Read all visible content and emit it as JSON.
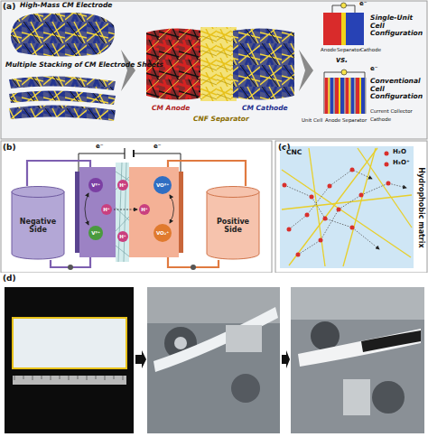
{
  "diagram": {
    "nodes": [
      {
        "text": [
          "Negative Side"
        ]
      },
      {
        "text": [
          "Positive Side"
        ]
      }
    ],
    "labels": [
      "(a)",
      "High-Mass CM Electrode",
      "Multiple Stacking of CM Electrode Sheets",
      "CM Anode",
      "CNF Separator",
      "CM Cathode",
      "e⁻",
      "Single-Unit Cell Configuration",
      "Anode",
      "Separator",
      "Cathode",
      "vs.",
      "e⁻",
      "Conventional Cell Configuration",
      "Unit Cell",
      "Anode",
      "Separator",
      "Current Collector",
      "Cathode",
      "(b)",
      "e⁻",
      "e⁻",
      "V²⁺",
      "V³⁺",
      "H⁺",
      "H⁺",
      "H⁺",
      "H⁺",
      "VO²⁺",
      "VO₂⁺",
      "(c)",
      "CNC",
      "H₂O",
      "H₃O⁺",
      "Hydrophobic matrix",
      "(d)"
    ]
  }
}
